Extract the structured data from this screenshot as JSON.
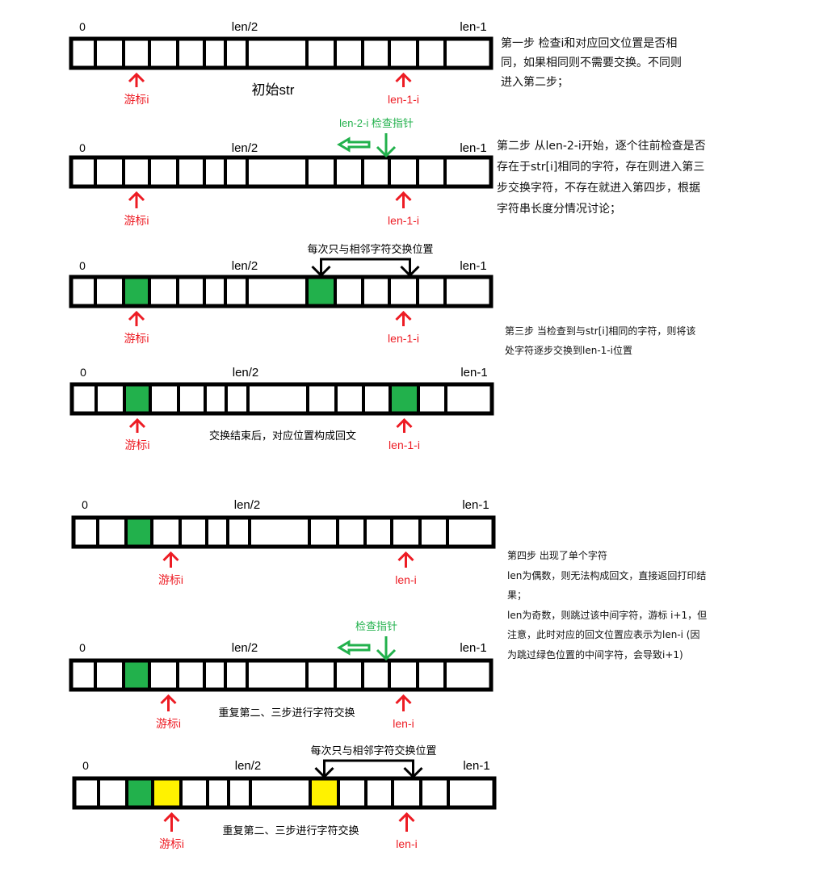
{
  "colors": {
    "green": "#22b14c",
    "yellow": "#fff200",
    "red": "#ed1c24",
    "black": "#000000",
    "label_green": "#22b14c"
  },
  "index_labels": {
    "start": "0",
    "mid": "len/2",
    "end": "len-1"
  },
  "rows": [
    {
      "fills": {},
      "arrows": [
        {
          "cell": 2,
          "label": "游标i"
        },
        {
          "cell": 11,
          "label": "len-1-i"
        }
      ],
      "caption": "初始str"
    },
    {
      "fills": {},
      "arrows": [
        {
          "cell": 2,
          "label": "游标i"
        },
        {
          "cell": 11,
          "label": "len-1-i"
        }
      ],
      "pointer": {
        "label": "len-2-i 检查指针",
        "cell": 10
      }
    },
    {
      "fills": {
        "2": "green",
        "8": "green"
      },
      "arrows": [
        {
          "cell": 2,
          "label": "游标i"
        },
        {
          "cell": 11,
          "label": "len-1-i"
        }
      ],
      "swap": {
        "label": "每次只与相邻字符交换位置",
        "from": 8,
        "to": 11
      }
    },
    {
      "fills": {
        "2": "green",
        "11": "green"
      },
      "arrows": [
        {
          "cell": 2,
          "label": "游标i"
        },
        {
          "cell": 11,
          "label": "len-1-i"
        }
      ],
      "caption": "交换结束后，对应位置构成回文"
    },
    {
      "fills": {
        "2": "green"
      },
      "arrows": [
        {
          "cell": 3,
          "label": "游标i"
        },
        {
          "cell": 11,
          "label": "len-i"
        }
      ]
    },
    {
      "fills": {
        "2": "green"
      },
      "arrows": [
        {
          "cell": 3,
          "label": "游标i"
        },
        {
          "cell": 11,
          "label": "len-i"
        }
      ],
      "pointer": {
        "label": "检查指针",
        "cell": 10
      },
      "caption": "重复第二、三步进行字符交换"
    },
    {
      "fills": {
        "2": "green",
        "3": "yellow",
        "8": "yellow"
      },
      "arrows": [
        {
          "cell": 3,
          "label": "游标i"
        },
        {
          "cell": 11,
          "label": "len-i"
        }
      ],
      "swap": {
        "label": "每次只与相邻字符交换位置",
        "from": 8,
        "to": 11
      },
      "caption": "重复第二、三步进行字符交换"
    }
  ],
  "notes": {
    "step1": [
      "第一步 检查i和对应回文位置是否相",
      "同，如果相同则不需要交换。不同则",
      "进入第二步；"
    ],
    "step2": [
      "第二步 从len-2-i开始，逐个往前检查是否",
      "存在于str[i]相同的字符，存在则进入第三",
      "步交换字符，不存在就进入第四步，根据",
      "字符串长度分情况讨论；"
    ],
    "step3": [
      "第三步 当检查到与str[i]相同的字符，则将该",
      "处字符逐步交换到len-1-i位置"
    ],
    "step4": [
      "第四步 出现了单个字符",
      "len为偶数，则无法构成回文，直接返回打印结",
      "果；",
      "len为奇数，则跳过该中间字符，游标 i+1，但",
      "注意，此时对应的回文位置应表示为len-i (因",
      "为跳过绿色位置的中间字符，会导致i+1)"
    ]
  }
}
